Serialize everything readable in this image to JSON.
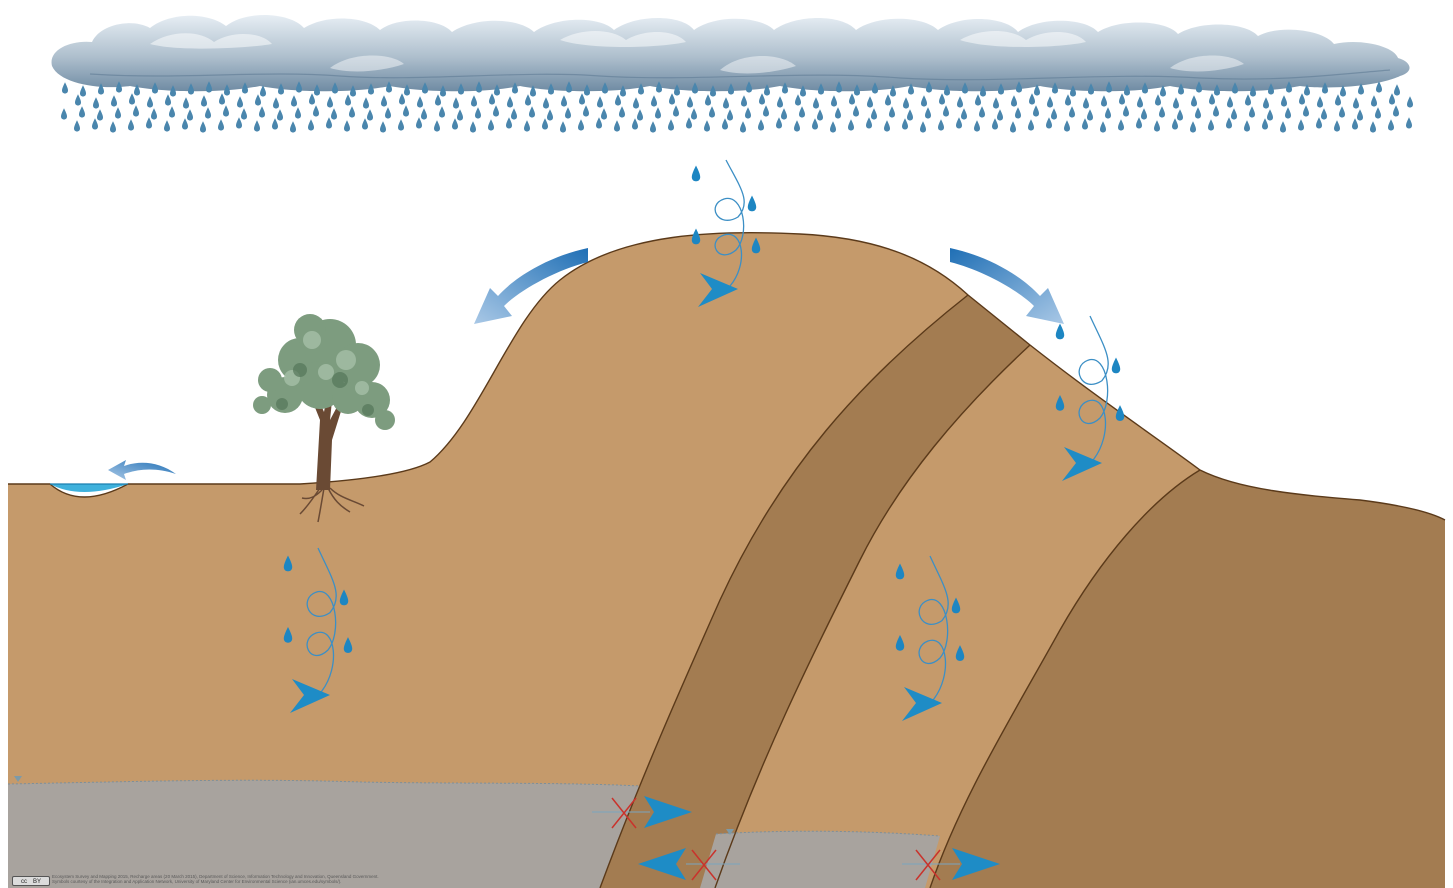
{
  "colors": {
    "sky": "#ffffff",
    "cloud_dark": "#6f8ba3",
    "cloud_light": "#e7eef4",
    "rain": "#4a86ad",
    "soil_light": "#c59a6b",
    "soil_dark": "#a37c51",
    "soil_outline": "#5b3a1a",
    "groundwater": "#a8a39e",
    "water_table_line": "#7d8f9a",
    "pond_water": "#3fb1dc",
    "runoff_arrow": "#3d86c6",
    "infiltration_arrow": "#1e8cc6",
    "blocked_cross": "#c9332c",
    "tree_foliage": "#7d9c7f",
    "tree_trunk": "#6a4a34"
  },
  "icons": {
    "cloud": "storm-cloud-icon",
    "rain": "raindrop-icon",
    "tree": "tree-icon",
    "runoff": "curved-arrow-icon",
    "infiltration": "spiral-arrow-icon",
    "blocked": "cross-icon",
    "water_table": "water-table-marker-icon",
    "license": "creative-commons-icon"
  },
  "credits": {
    "line1": "Ecosystem Survey and Mapping 2015, Recharge areas (20 March 2015), Department of Science, Information Technology and Innovation, Queensland Government.",
    "line2": "Symbols courtesy of the Integration and Application Network, University of Maryland Center for Environmental Science (ian.umces.edu/symbols/)."
  },
  "license": {
    "cc": "cc",
    "by": "BY"
  }
}
